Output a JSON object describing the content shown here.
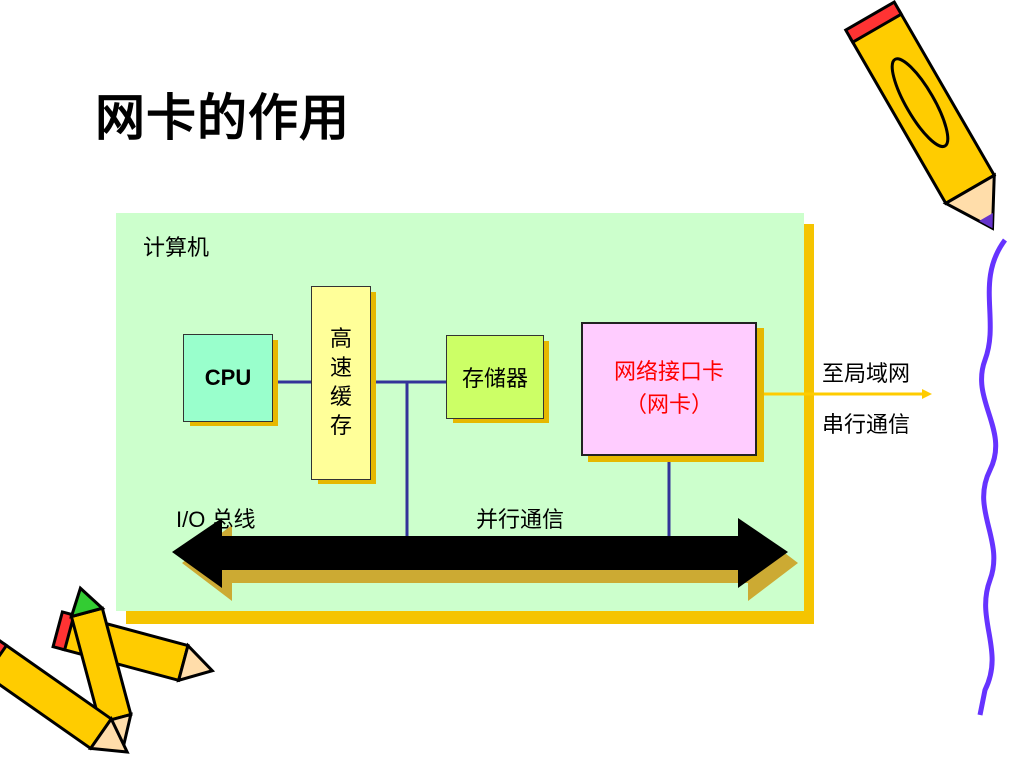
{
  "title": "网卡的作用",
  "diagram": {
    "computer_label": "计算机",
    "cpu": "CPU",
    "cache": [
      "高",
      "速",
      "缓",
      "存"
    ],
    "memory": "存储器",
    "nic_line1": "网络接口卡",
    "nic_line2": "（网卡）",
    "to_lan": "至局域网",
    "serial": "串行通信",
    "io_bus": "I/O 总线",
    "parallel": "并行通信"
  },
  "colors": {
    "panel": "#ccffcc",
    "panel_shadow": "#f5c400",
    "cpu_fill": "#99ffcc",
    "cache_fill": "#ffff99",
    "memory_fill": "#ccff66",
    "nic_fill": "#ffccff",
    "nic_text": "#ff0000",
    "wire": "#333399",
    "lan_arrow": "#ffcc00"
  }
}
